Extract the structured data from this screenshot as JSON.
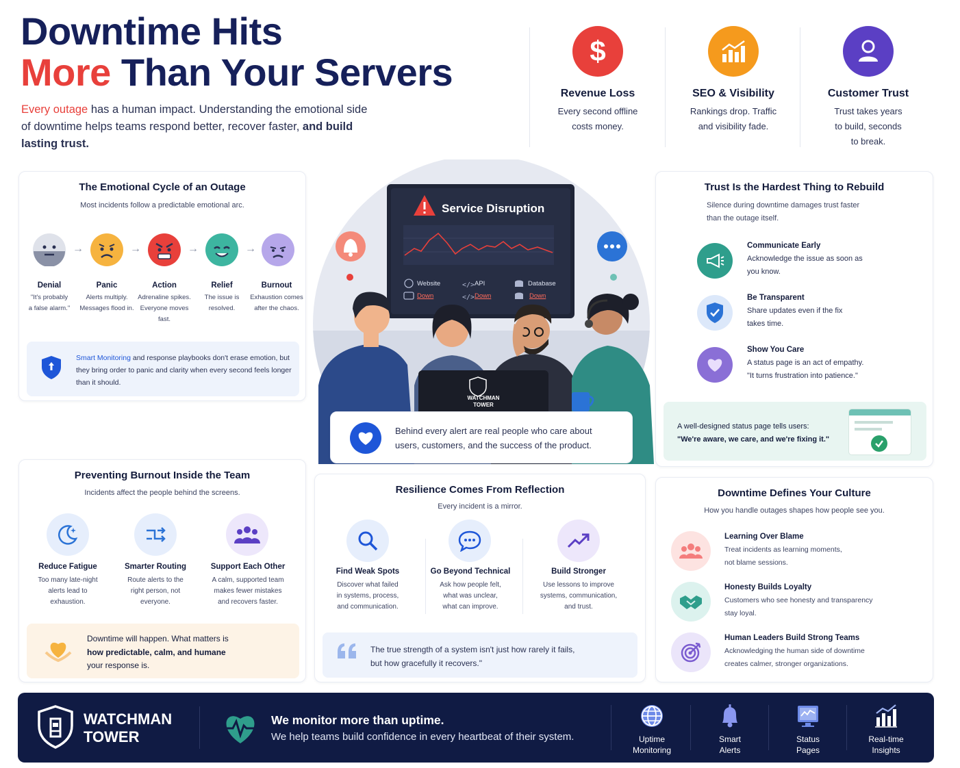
{
  "header": {
    "title_line1": "Downtime Hits",
    "title_red": "More",
    "title_rest": " Than Your Servers",
    "intro_red": "Every outage",
    "intro_rest": " has a human impact. Understanding the emotional side of downtime helps teams respond better, recover faster,",
    "intro_last": "and build lasting trust."
  },
  "impacts": [
    {
      "title": "Revenue Loss",
      "line1": "Every second offline",
      "line2": "costs money.",
      "line3": "",
      "icon": "dollar-icon",
      "color": "#e8403b"
    },
    {
      "title": "SEO & Visibility",
      "line1": "Rankings drop. Traffic",
      "line2": "and visibility fade.",
      "line3": "",
      "icon": "bar-chart-icon",
      "color": "#f59a1d"
    },
    {
      "title": "Customer Trust",
      "line1": "Trust takes years",
      "line2": "to build, seconds",
      "line3": "to break.",
      "icon": "user-icon",
      "color": "#5b3fc4"
    }
  ],
  "emotional_cycle": {
    "title": "The Emotional Cycle of an Outage",
    "subtitle": "Most incidents follow a predictable emotional arc.",
    "stages": [
      {
        "name": "Denial",
        "l1": "\"It's probably",
        "l2": "a false alarm.\"",
        "l3": "",
        "color": "#9aa1b4"
      },
      {
        "name": "Panic",
        "l1": "Alerts multiply.",
        "l2": "Messages flood in.",
        "l3": "",
        "color": "#f6b33f"
      },
      {
        "name": "Action",
        "l1": "Adrenaline spikes.",
        "l2": "Everyone moves",
        "l3": "fast.",
        "color": "#e8403b"
      },
      {
        "name": "Relief",
        "l1": "The issue is",
        "l2": "resolved.",
        "l3": "",
        "color": "#3db5a0"
      },
      {
        "name": "Burnout",
        "l1": "Exhaustion comes",
        "l2": "after the chaos.",
        "l3": "",
        "color": "#a897e0"
      }
    ],
    "note_blue": "Smart Monitoring",
    "note_l1": " and response playbooks don't erase emotion,",
    "note_l2": "but they bring order to panic and clarity when every second",
    "note_l3": "feels longer than it should."
  },
  "center": {
    "screen_title": "Service Disruption",
    "services": [
      {
        "name": "Website",
        "status": "Down"
      },
      {
        "name": "API",
        "status": "Down"
      },
      {
        "name": "Database",
        "status": "Down"
      }
    ],
    "laptop_brand_l1": "WATCHMAN",
    "laptop_brand_l2": "TOWER",
    "callout_l1": "Behind every alert are real people who care about",
    "callout_l2": "users, customers, and the success of the product."
  },
  "trust": {
    "title": "Trust Is the Hardest Thing to Rebuild",
    "sub_l1": "Silence during downtime damages trust faster",
    "sub_l2": "than the outage itself.",
    "items": [
      {
        "title": "Communicate Early",
        "l1": "Acknowledge the issue as soon as",
        "l2": "you know.",
        "color": "#2f9e8c"
      },
      {
        "title": "Be Transparent",
        "l1": "Share updates even if the fix",
        "l2": "takes time.",
        "color": "#2b73d6"
      },
      {
        "title": "Show You Care",
        "l1": "A status page is an act of empathy.",
        "l2": "\"It turns frustration into patience.\"",
        "color": "#8a6fd6"
      }
    ],
    "banner_l1": "A well-designed status page tells users:",
    "banner_l2": "\"We're aware, we care, and we're fixing it.\""
  },
  "burnout": {
    "title": "Preventing Burnout Inside the Team",
    "subtitle": "Incidents affect the people behind the screens.",
    "items": [
      {
        "title": "Reduce Fatigue",
        "l1": "Too many late-night",
        "l2": "alerts lead to",
        "l3": "exhaustion."
      },
      {
        "title": "Smarter Routing",
        "l1": "Route alerts to the",
        "l2": "right person, not",
        "l3": "everyone."
      },
      {
        "title": "Support Each Other",
        "l1": "A calm, supported team",
        "l2": "makes fewer mistakes",
        "l3": "and recovers faster."
      }
    ],
    "note_l1": "Downtime will happen. What matters is",
    "note_l2": "how predictable, calm, and humane",
    "note_l3": "your response is."
  },
  "resilience": {
    "title": "Resilience Comes From Reflection",
    "subtitle": "Every incident is a mirror.",
    "items": [
      {
        "title": "Find Weak Spots",
        "l1": "Discover what failed",
        "l2": "in systems, process,",
        "l3": "and communication."
      },
      {
        "title": "Go Beyond Technical",
        "l1": "Ask how people felt,",
        "l2": "what was unclear,",
        "l3": "what can improve."
      },
      {
        "title": "Build Stronger",
        "l1": "Use lessons to improve",
        "l2": "systems, communication,",
        "l3": "and trust."
      }
    ],
    "quote_l1": "The true strength of a system isn't just how rarely it fails,",
    "quote_l2": "but how gracefully it recovers.\""
  },
  "culture": {
    "title": "Downtime Defines Your Culture",
    "subtitle": "How you handle outages shapes how people see you.",
    "items": [
      {
        "title": "Learning Over Blame",
        "l1": "Treat incidents as learning moments,",
        "l2": "not blame sessions.",
        "color": "#f47d7d",
        "bg": "#fde3e1"
      },
      {
        "title": "Honesty Builds Loyalty",
        "l1": "Customers who see honesty and transparency",
        "l2": "stay loyal.",
        "color": "#2f9e8c",
        "bg": "#dcf2ee"
      },
      {
        "title": "Human Leaders Build Strong Teams",
        "l1": "Acknowledging the human side of downtime",
        "l2": "creates calmer, stronger organizations.",
        "color": "#7a5bd0",
        "bg": "#ebe5fa"
      }
    ]
  },
  "footer": {
    "brand_l1": "WATCHMAN",
    "brand_l2": "TOWER",
    "headline": "We monitor more than uptime.",
    "tagline": "We help teams build confidence in every heartbeat of their system.",
    "features": [
      {
        "l1": "Uptime",
        "l2": "Monitoring"
      },
      {
        "l1": "Smart",
        "l2": "Alerts"
      },
      {
        "l1": "Status",
        "l2": "Pages"
      },
      {
        "l1": "Real-time",
        "l2": "Insights"
      }
    ]
  }
}
